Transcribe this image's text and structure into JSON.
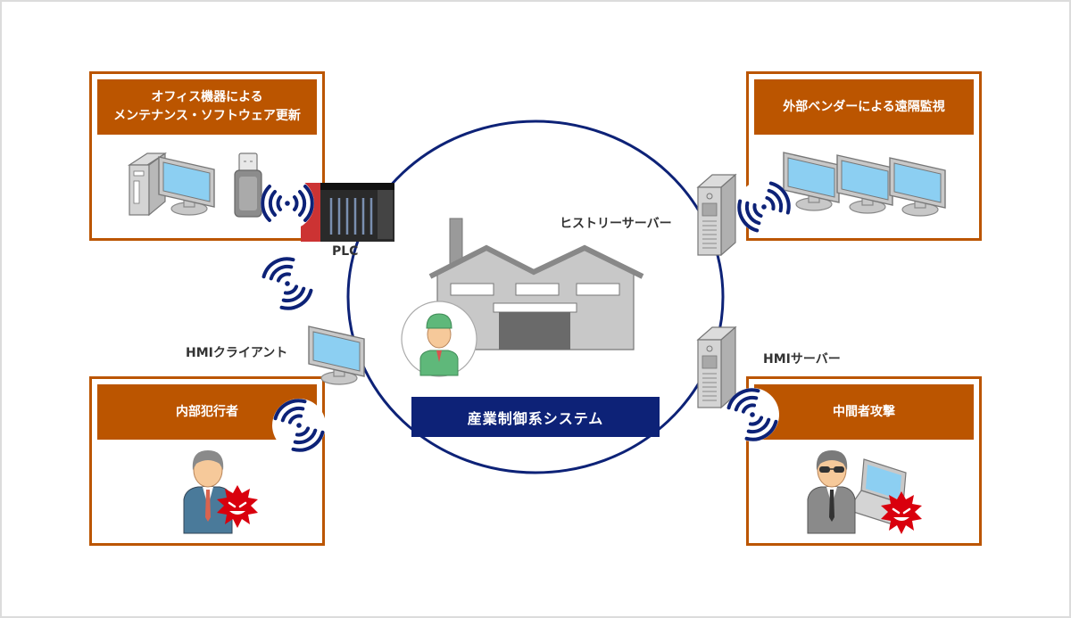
{
  "diagram": {
    "center_title": "産業制御系システム",
    "threat_boxes": [
      {
        "id": "office",
        "title_lines": [
          "オフィス機器による",
          "メンテナンス・ソフトウェア更新"
        ],
        "icons": [
          "desktop-pc-icon",
          "usb-drive-icon"
        ]
      },
      {
        "id": "vendor",
        "title_lines": [
          "外部ベンダーによる遠隔監視"
        ],
        "icons": [
          "monitor-icon",
          "monitor-icon",
          "monitor-icon"
        ]
      },
      {
        "id": "insider",
        "title_lines": [
          "内部犯行者"
        ],
        "icons": [
          "businessman-icon",
          "malware-icon"
        ]
      },
      {
        "id": "mitm",
        "title_lines": [
          "中間者攻撃"
        ],
        "icons": [
          "hacker-icon",
          "laptop-icon",
          "malware-icon"
        ]
      }
    ],
    "nodes": [
      {
        "id": "plc",
        "label": "PLC"
      },
      {
        "id": "history-server",
        "label": "ヒストリーサーバー"
      },
      {
        "id": "hmi-client",
        "label": "HMIクライアント"
      },
      {
        "id": "hmi-server",
        "label": "HMIサーバー"
      }
    ],
    "center_icons": [
      "factory-icon",
      "worker-icon"
    ]
  },
  "colors": {
    "accent_orange": "#bb5500",
    "navy": "#0d2277",
    "frame_gray": "#dcdcdc",
    "screen_blue": "#8ccff2",
    "device_gray": "#c8c8c8"
  }
}
